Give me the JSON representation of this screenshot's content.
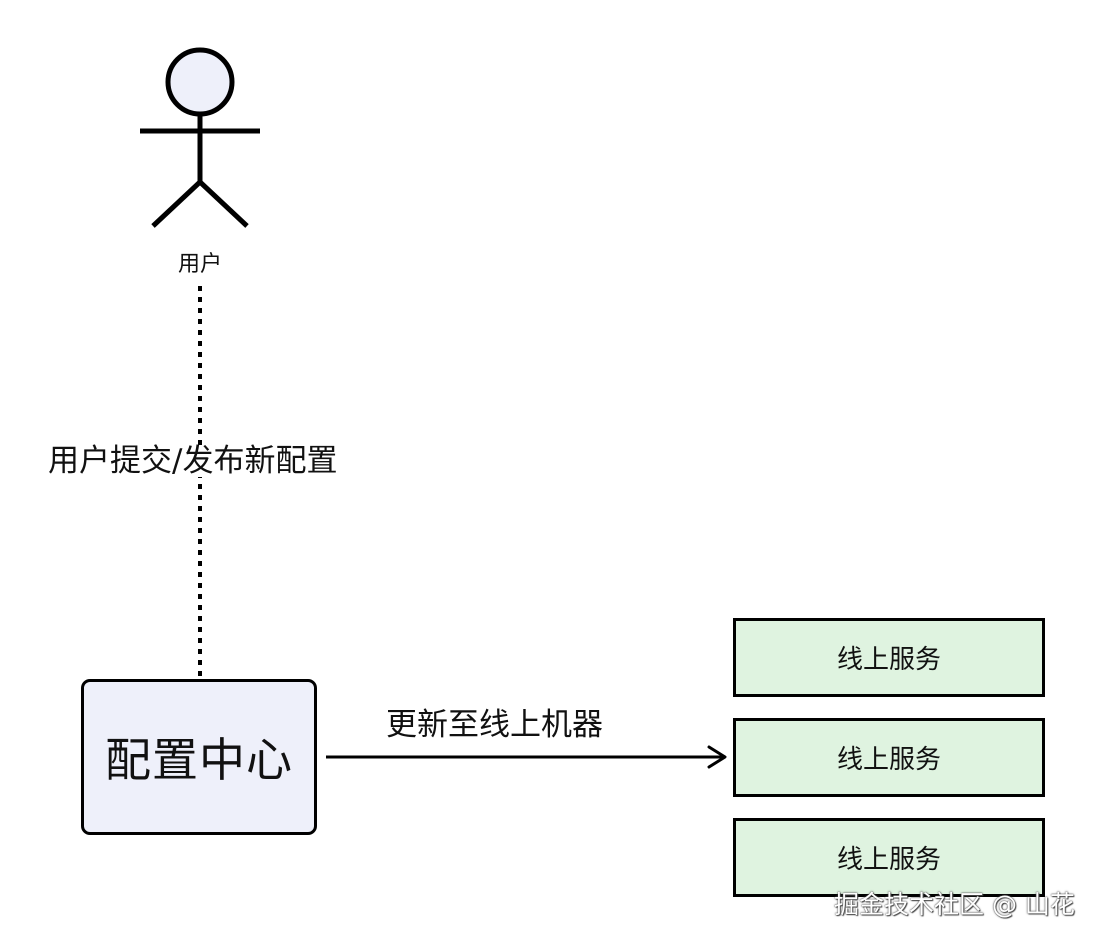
{
  "actor": {
    "label": "用户",
    "icon": "stick-figure-user-icon"
  },
  "edges": {
    "submit_label": "用户提交/发布新配置",
    "update_label": "更新至线上机器"
  },
  "nodes": {
    "config_center": "配置中心",
    "services": [
      {
        "label": "线上服务"
      },
      {
        "label": "线上服务"
      },
      {
        "label": "线上服务"
      }
    ]
  },
  "colors": {
    "config_fill": "#eef0fa",
    "service_fill": "#dff3e0",
    "actor_head_fill": "#eef0fa",
    "stroke": "#000000"
  },
  "watermark": "掘金技术社区 @ 山花"
}
